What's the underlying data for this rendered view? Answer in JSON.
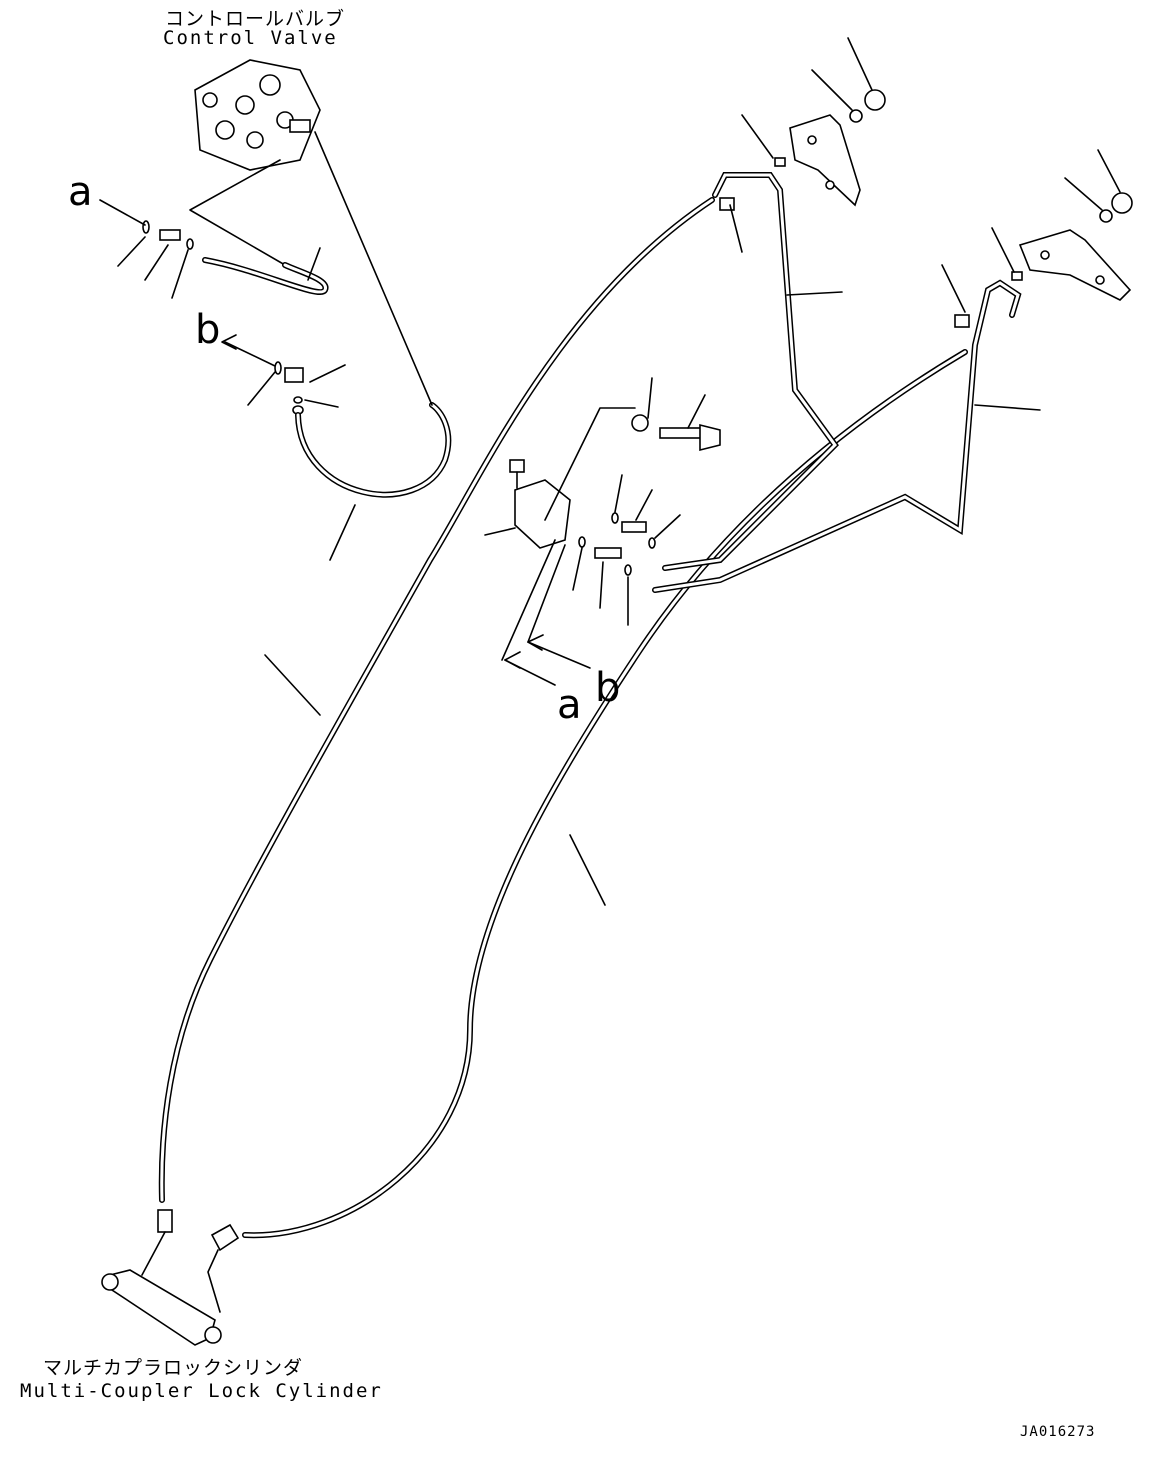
{
  "labels": {
    "control_valve_jp": "コントロールバルブ",
    "control_valve_en": "Control Valve",
    "cylinder_jp": "マルチカプラロックシリンダ",
    "cylinder_en": "Multi-Coupler Lock Cylinder",
    "ref_a": "a",
    "ref_b": "b",
    "drawing_code": "JA016273"
  }
}
